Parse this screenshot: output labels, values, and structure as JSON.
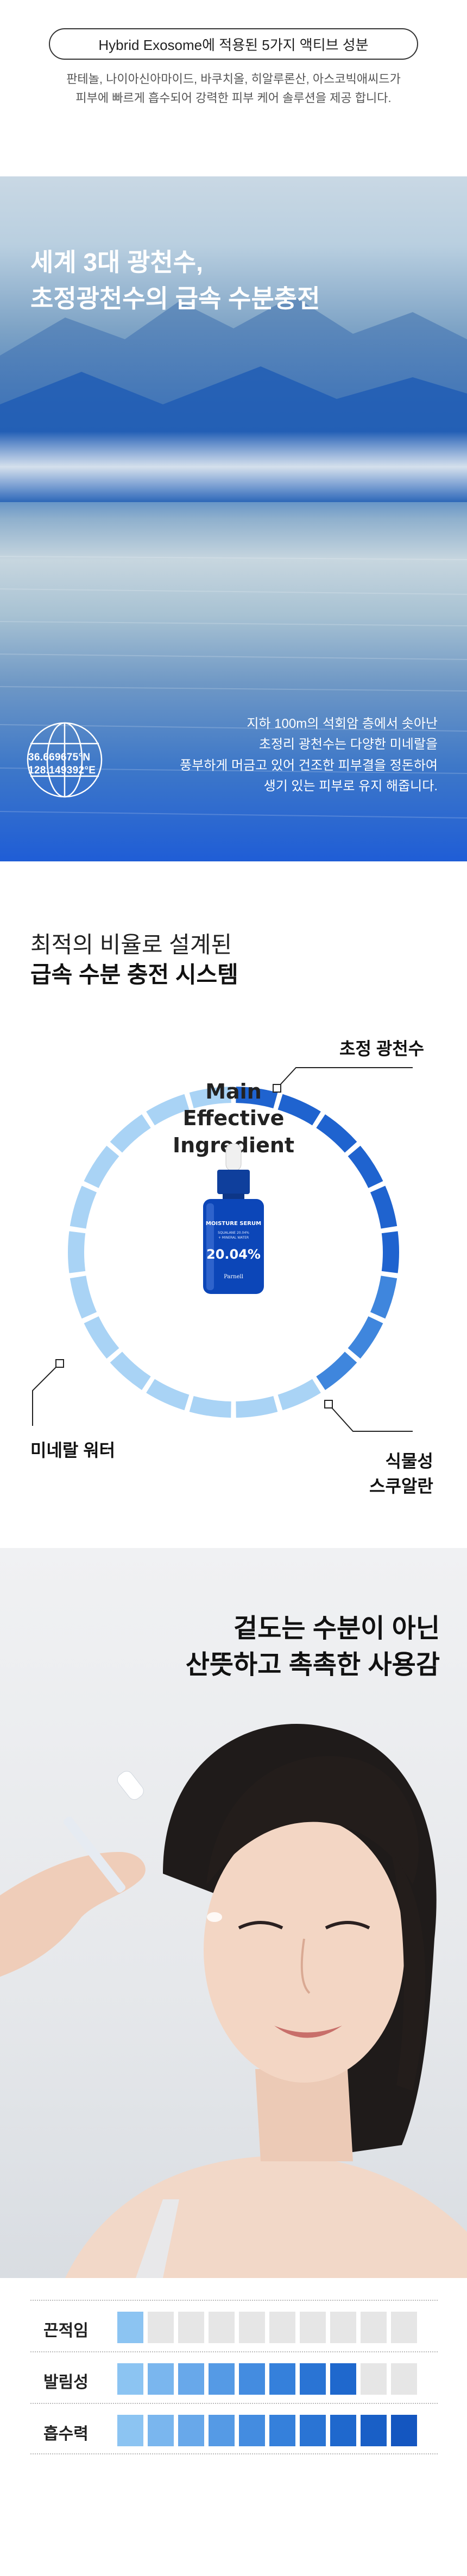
{
  "top": {
    "pill_text": "Hybrid Exosome에 적용된 5가지 액티브 성분",
    "desc_line1": "판테놀, 나이아신아마이드, 바쿠치올, 히알루론산, 아스코빅애씨드가",
    "desc_line2": "피부에 빠르게 흡수되어 강력한 피부 케어 솔루션을 제공 합니다."
  },
  "water": {
    "title_line1": "세계 3대 광천수,",
    "title_line2": "초정광천수의 급속 수분충전",
    "coord_lat": "36.669675°N",
    "coord_lon": "128.149392°E",
    "desc_line1": "지하 100m의 석회암 층에서 솟아난",
    "desc_line2": "초정리 광천수는 다양한 미네랄을",
    "desc_line3": "풍부하게 머금고 있어 건조한 피부결을 정돈하여",
    "desc_line4": "생기 있는 피부로 유지 해줍니다."
  },
  "ratio": {
    "heading_line1": "최적의 비율로 설계된",
    "heading_line2": "급속 수분 충전 시스템",
    "center_line1": "Main Effective",
    "center_line2": "Ingredient",
    "label_top_right": "초정 광천수",
    "label_bottom_right_line1": "식물성",
    "label_bottom_right_line2": "스쿠알란",
    "label_bottom_left": "미네랄 워터",
    "ring_colors": {
      "dark": "#1f63cf",
      "mid": "#3f86dd",
      "light": "#a9d3f5"
    },
    "bottle": {
      "line1": "MOISTURE SERUM",
      "line2": "SQUALANE 20.04%",
      "line3": "+ MINERAL WATER",
      "percent": "20.04%",
      "brand": "Parnell"
    }
  },
  "model": {
    "title_line1": "겉도는 수분이 아닌",
    "title_line2": "산뜻하고 촉촉한 사용감"
  },
  "scales": [
    {
      "label": "끈적임",
      "level": 1,
      "max": 10
    },
    {
      "label": "발림성",
      "level": 8,
      "max": 10
    },
    {
      "label": "흡수력",
      "level": 10,
      "max": 10
    }
  ],
  "scale_colors": [
    "#8cc4f2",
    "#7ab6ee",
    "#68a8ea",
    "#559ae5",
    "#448ce0",
    "#3580db",
    "#2a74d4",
    "#1f68cd",
    "#195fc6",
    "#1456c0"
  ]
}
